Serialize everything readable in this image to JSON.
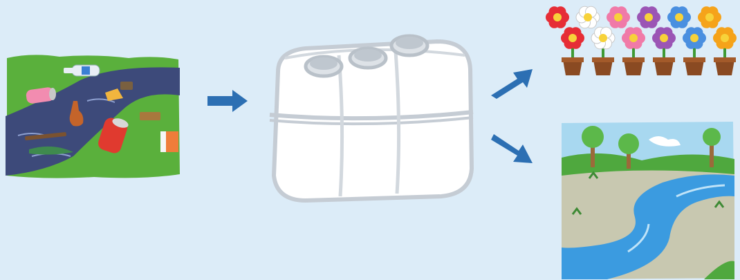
{
  "scene": {
    "background": "#dcecf8",
    "arrow_color": "#2c6fb3",
    "panels": [
      {
        "name": "polluted-river",
        "icon": "polluted-river-icon"
      },
      {
        "name": "water-tank",
        "icon": "water-tank-icon"
      },
      {
        "name": "potted-flowers",
        "icon": "flower-pots-icon"
      },
      {
        "name": "clean-river",
        "icon": "clean-river-icon"
      }
    ],
    "arrows": [
      {
        "name": "arrow-right-icon"
      },
      {
        "name": "arrow-up-right-icon"
      },
      {
        "name": "arrow-down-right-icon"
      }
    ],
    "flower_colors": [
      "#e62d36",
      "#ffffff",
      "#f07aa8",
      "#9b55b5",
      "#4a8fe0",
      "#f5a31a"
    ]
  }
}
